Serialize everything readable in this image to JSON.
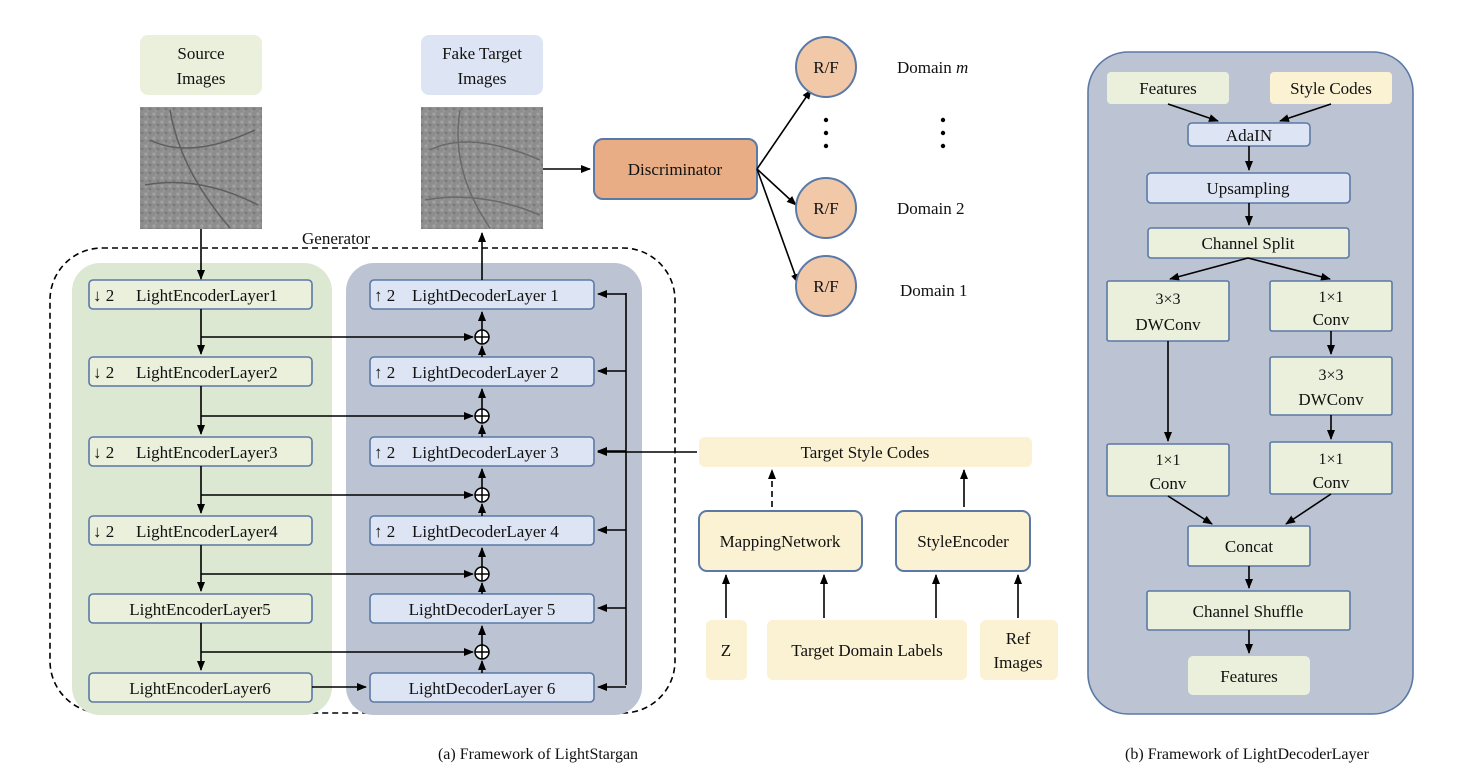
{
  "panel_a": {
    "caption": "(a) Framework of LightStargan",
    "source_images_line1": "Source",
    "source_images_line2": "Images",
    "fake_target_line1": "Fake Target",
    "fake_target_line2": "Images",
    "generator_label": "Generator",
    "discriminator_label": "Discriminator",
    "rf_label": "R/F",
    "domain_m": "Domain",
    "domain_m_var": "m",
    "domain_2": "Domain 2",
    "domain_1": "Domain 1",
    "down_arrow": "↓ 2",
    "up_arrow": "↑ 2",
    "encoder_layers": [
      "LightEncoderLayer1",
      "LightEncoderLayer2",
      "LightEncoderLayer3",
      "LightEncoderLayer4",
      "LightEncoderLayer5",
      "LightEncoderLayer6"
    ],
    "decoder_layers": [
      "LightDecoderLayer 1",
      "LightDecoderLayer 2",
      "LightDecoderLayer 3",
      "LightDecoderLayer 4",
      "LightDecoderLayer 5",
      "LightDecoderLayer 6"
    ],
    "target_style_codes": "Target Style Codes",
    "mapping_network": "MappingNetwork",
    "style_encoder": "StyleEncoder",
    "z_label": "Z",
    "target_domain_labels": "Target Domain Labels",
    "ref_images_line1": "Ref",
    "ref_images_line2": "Images"
  },
  "panel_b": {
    "caption": "(b) Framework of LightDecoderLayer",
    "features_in": "Features",
    "style_codes": "Style Codes",
    "adain": "AdaIN",
    "upsampling": "Upsampling",
    "channel_split": "Channel Split",
    "dwconv_left_line1": "3×3",
    "dwconv_left_line2": "DWConv",
    "conv_right_line1": "1×1",
    "conv_right_line2": "Conv",
    "dwconv_right_line1": "3×3",
    "dwconv_right_line2": "DWConv",
    "conv_left2_line1": "1×1",
    "conv_left2_line2": "Conv",
    "conv_right2_line1": "1×1",
    "conv_right2_line2": "Conv",
    "concat": "Concat",
    "channel_shuffle": "Channel Shuffle",
    "features_out": "Features"
  },
  "colors": {
    "encoder_bg": "#dde8d3",
    "decoder_bg": "#bcc3d3",
    "box_green": "#eaf0dc",
    "box_blue": "#dde4f3",
    "box_yellow": "#fbf1d3",
    "discriminator": "#e8ad84",
    "rf_circle": "#f1c8a8",
    "border_blue": "#5b79a6"
  }
}
